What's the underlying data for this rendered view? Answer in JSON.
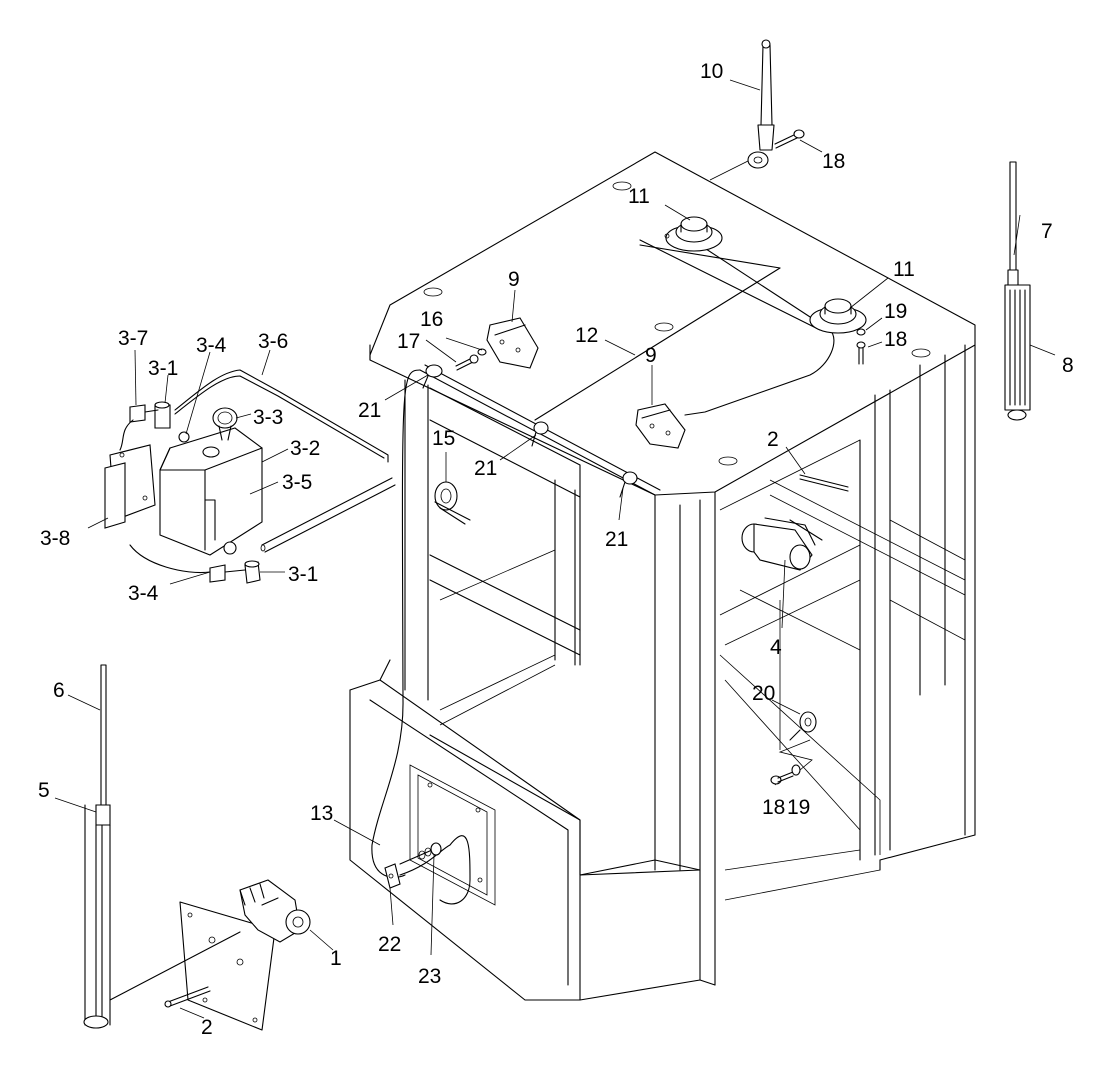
{
  "labels": {
    "p1": "1",
    "p2": "2",
    "p3_1": "3-1",
    "p3_2": "3-2",
    "p3_3": "3-3",
    "p3_4": "3-4",
    "p3_5": "3-5",
    "p3_6": "3-6",
    "p3_7": "3-7",
    "p3_8": "3-8",
    "p4": "4",
    "p5": "5",
    "p6": "6",
    "p7": "7",
    "p8": "8",
    "p9": "9",
    "p10": "10",
    "p11": "11",
    "p12": "12",
    "p13": "13",
    "p15": "15",
    "p16": "16",
    "p17": "17",
    "p18": "18",
    "p19": "19",
    "p20": "20",
    "p21": "21",
    "p22": "22",
    "p23": "23"
  }
}
